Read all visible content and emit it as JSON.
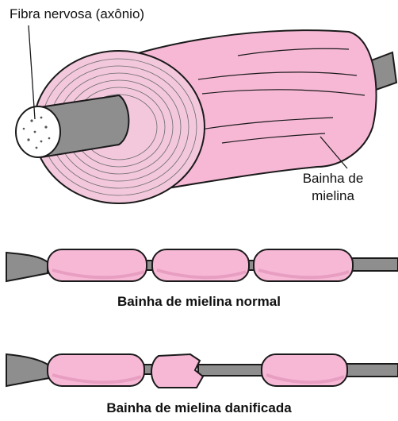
{
  "labels": {
    "axon": "Fibra nervosa (axônio)",
    "sheath": "Bainha de mielina"
  },
  "captions": {
    "normal": "Bainha de mielina normal",
    "damaged": "Bainha de mielina danificada"
  },
  "colors": {
    "myelin": "#f7b8d6",
    "myelin_shadow": "#e79ec0",
    "axon": "#8e8e8e",
    "axon_dark": "#6a6a6a",
    "outline": "#1a1a1a"
  }
}
